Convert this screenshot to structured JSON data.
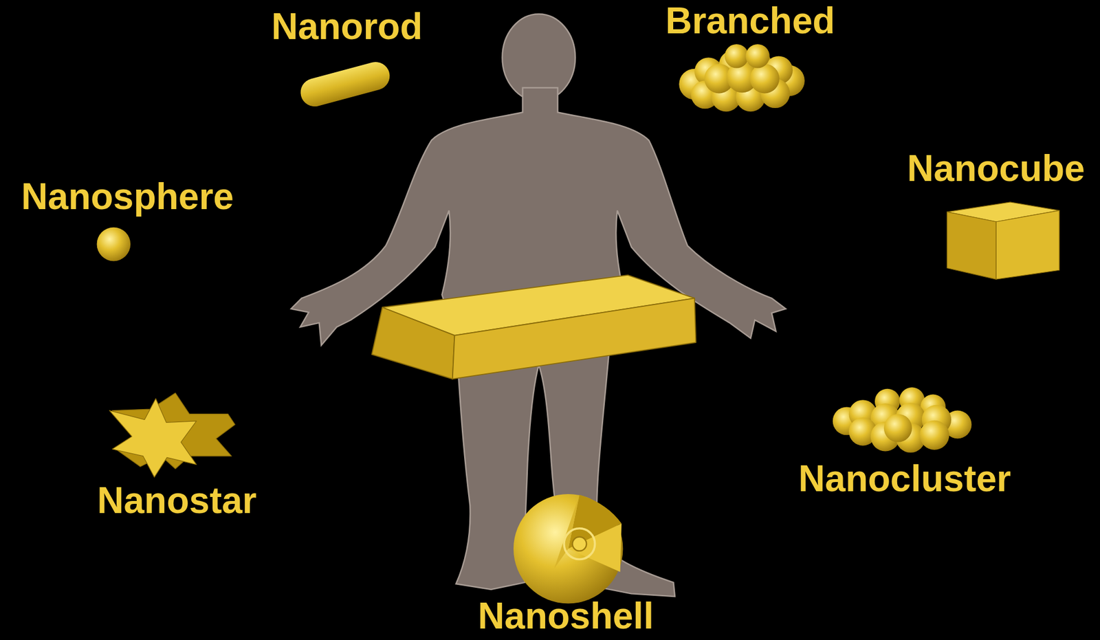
{
  "diagram": {
    "labels": [
      "Nanorod",
      "Branched",
      "Nanocube",
      "Nanosphere",
      "Nanostar",
      "Nanocluster",
      "Nanoshell"
    ]
  }
}
